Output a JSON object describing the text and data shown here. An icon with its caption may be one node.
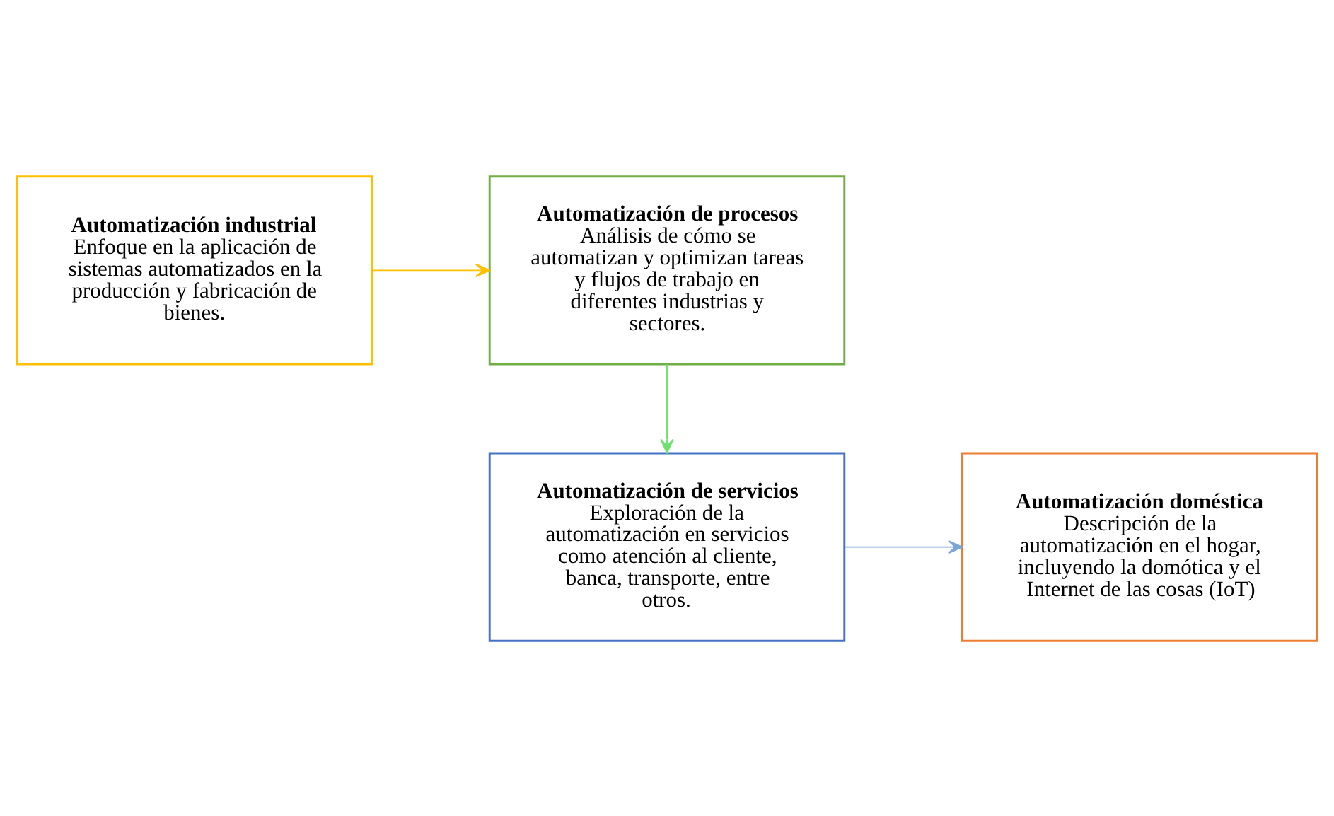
{
  "diagram": {
    "nodes": [
      {
        "text": [
          "Automatización industrial",
          "Enfoque en la aplicación de sistemas automatizados en la producción y fabricación de bienes."
        ]
      },
      {
        "text": [
          "Automatización de procesos",
          "Análisis de cómo se automatizan y optimizan tareas y flujos de trabajo en diferentes industrias y sectores."
        ]
      },
      {
        "text": [
          "Automatización de servicios",
          "Exploración de la automatización en servicios como atención al cliente, banca, transporte, entre otros."
        ]
      },
      {
        "text": [
          "Automatización doméstica",
          "Descripción de la automatización en el hogar, incluyendo la domótica y el Internet de las cosas (IoT)"
        ]
      }
    ],
    "edges": [
      {
        "from": 0,
        "to": 1,
        "arrow": "to",
        "color": "#ffc000"
      },
      {
        "from": 1,
        "to": 2,
        "arrow": "to",
        "color": "#70e070"
      },
      {
        "from": 2,
        "to": 3,
        "arrow": "to",
        "color": "#7aa6d8"
      }
    ]
  }
}
